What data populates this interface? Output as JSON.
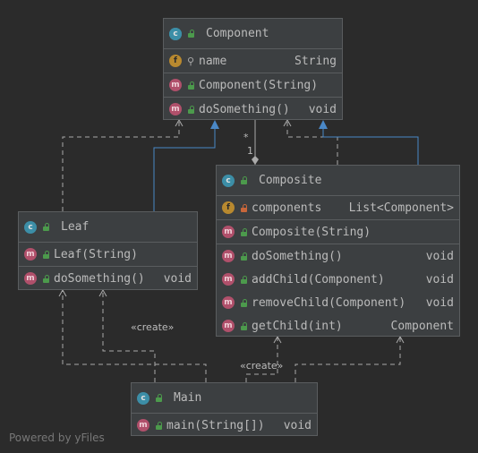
{
  "nodes": {
    "component": {
      "kind": "interface",
      "title": "Component",
      "fields": [
        {
          "badge": "f",
          "visibility": "key",
          "name": "name",
          "type": "String"
        }
      ],
      "constructors": [
        {
          "badge": "m",
          "name": "Component(String)",
          "type": ""
        }
      ],
      "methods": [
        {
          "badge": "m",
          "name": "doSomething()",
          "type": "void"
        }
      ]
    },
    "composite": {
      "kind": "class",
      "title": "Composite",
      "fields": [
        {
          "badge": "f",
          "visibility": "private",
          "name": "components",
          "type": "List<Component>"
        }
      ],
      "constructors": [
        {
          "badge": "m",
          "name": "Composite(String)",
          "type": ""
        }
      ],
      "methods": [
        {
          "badge": "m",
          "name": "doSomething()",
          "type": "void"
        },
        {
          "badge": "m",
          "name": "addChild(Component)",
          "type": "void"
        },
        {
          "badge": "m",
          "name": "removeChild(Component)",
          "type": "void"
        },
        {
          "badge": "m",
          "name": "getChild(int)",
          "type": "Component"
        }
      ]
    },
    "leaf": {
      "kind": "class",
      "title": "Leaf",
      "constructors": [
        {
          "badge": "m",
          "name": "Leaf(String)",
          "type": ""
        }
      ],
      "methods": [
        {
          "badge": "m",
          "name": "doSomething()",
          "type": "void"
        }
      ]
    },
    "main": {
      "kind": "class",
      "title": "Main",
      "methods": [
        {
          "badge": "m",
          "name": "main(String[])",
          "type": "void"
        }
      ]
    }
  },
  "edge_labels": {
    "create_leaf": "«create»",
    "create_composite": "«create»",
    "multiplicity_many": "*",
    "multiplicity_one": "1"
  },
  "colors": {
    "background": "#2b2b2b",
    "node_fill": "#3c3f41",
    "inheritance_edge": "#4a88c7",
    "dependency_edge": "#aaaaaa",
    "class_badge": "#3c8ea7",
    "method_badge": "#b0506b",
    "field_badge": "#b8892f"
  },
  "watermark": "Powered by yFiles"
}
